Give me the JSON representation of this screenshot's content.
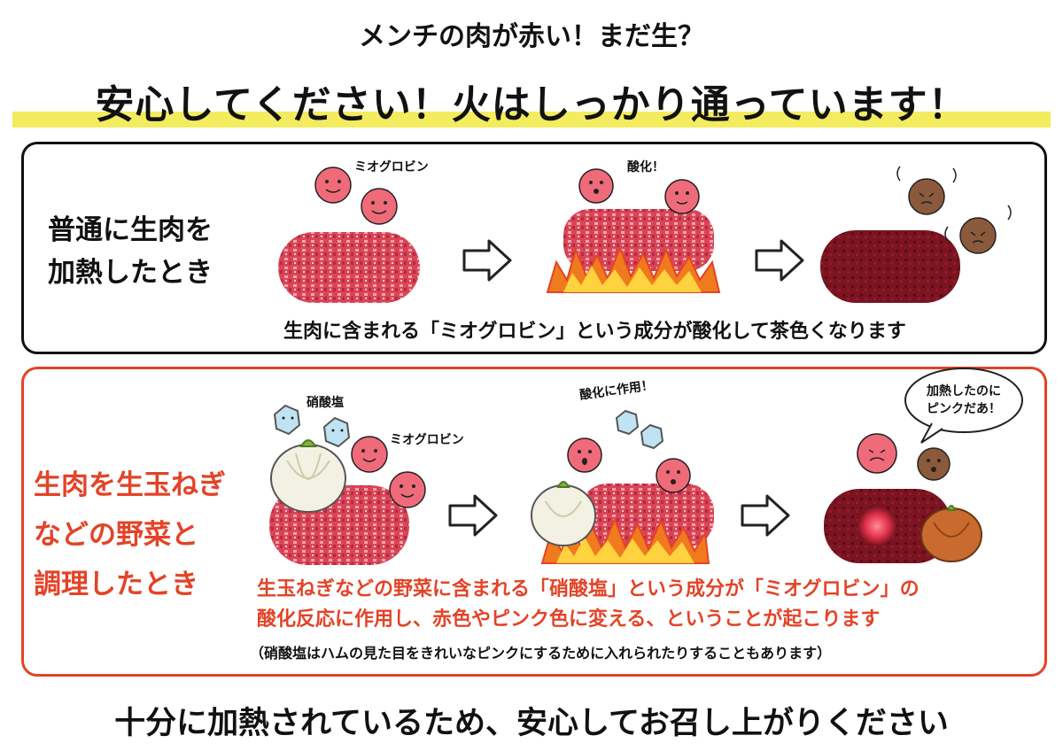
{
  "header": {
    "subtitle": "メンチの肉が赤い！まだ生？",
    "headline": "安心してください！火はしっかり通っています！"
  },
  "normal_panel": {
    "label_line1": "普通に生肉を",
    "label_line2": "加熱したとき",
    "myoglobin_label": "ミオグロビン",
    "oxidize_label": "酸化！",
    "caption": "生肉に含まれる「ミオグロビン」という成分が酸化して茶色くなります"
  },
  "vegetable_panel": {
    "label_line1": "生肉を生玉ねぎ",
    "label_line2": "などの野菜と",
    "label_line3": "調理したとき",
    "nitrate_label": "硝酸塩",
    "myoglobin_label": "ミオグロビン",
    "act_label": "酸化に作用！",
    "bubble_line1": "加熱したのに",
    "bubble_line2": "ピンクだあ！",
    "caption_line1": "生玉ねぎなどの野菜に含まれる「硝酸塩」という成分が「ミオグロビン」の",
    "caption_line2": "酸化反応に作用し、赤色やピンク色に変える、ということが起こります",
    "note": "（硝酸塩はハムの見た目をきれいなピンクにするために入れられたりすることもあります）"
  },
  "footer": {
    "text": "十分に加熱されているため、安心してお召し上がりください"
  },
  "colors": {
    "accent_red": "#e34327",
    "highlight_yellow": "#f3ec5f",
    "raw_meat": "#d94557",
    "cooked_meat": "#7a1420",
    "myoglobin_face": "#f06b7a",
    "brown_face": "#8b5a3c",
    "flame_orange": "#f07a1e",
    "nitrate_blue": "#bfe3f2"
  },
  "icons": [
    "arrow-right-icon",
    "flame-icon",
    "onion-icon",
    "nitrate-crystal-icon",
    "myoglobin-face-icon",
    "speech-bubble-icon"
  ]
}
